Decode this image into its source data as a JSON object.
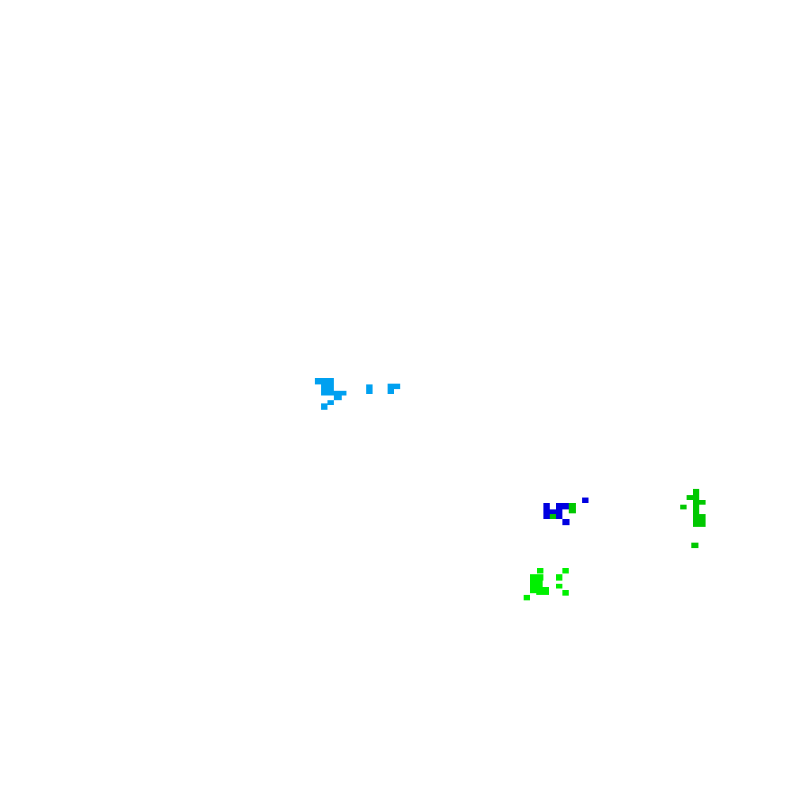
{
  "colors": {
    "background": "#ffffff",
    "sky_blue": "#00a0f0",
    "blue": "#0000e0",
    "green": "#00c800",
    "bright_green": "#00f000"
  },
  "clusters": [
    {
      "name": "sky-blue-cluster",
      "color_key": "sky_blue"
    },
    {
      "name": "blue-cluster",
      "color_key": "blue"
    },
    {
      "name": "green-cluster-right",
      "color_key": "green"
    },
    {
      "name": "green-cluster-lower",
      "color_key": "bright_green"
    }
  ]
}
